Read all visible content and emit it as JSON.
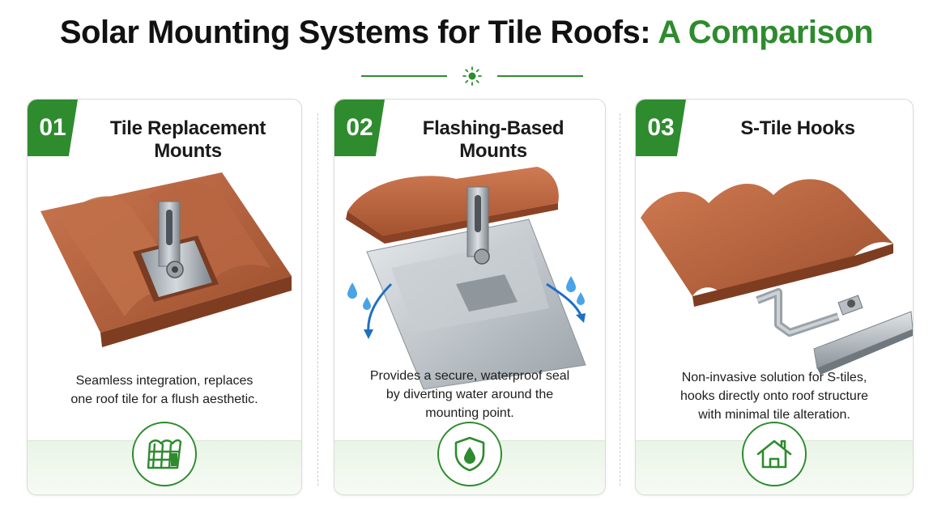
{
  "header": {
    "title_main": "Solar Mounting Systems for Tile Roofs: ",
    "title_accent": "A Comparison"
  },
  "colors": {
    "accent": "#2e8b2e",
    "terracotta": "#b5623c",
    "steel": "#a9b0b6"
  },
  "cards": [
    {
      "number": "01",
      "title": "Tile Replacement Mounts",
      "description": "Seamless integration, replaces\none roof tile for a flush aesthetic.",
      "icon": "tile-grid-icon"
    },
    {
      "number": "02",
      "title": "Flashing-Based Mounts",
      "description": "Provides a secure, waterproof seal\nby diverting water around the\nmounting point.",
      "icon": "shield-drop-icon"
    },
    {
      "number": "03",
      "title": "S-Tile Hooks",
      "description": "Non-invasive solution for S-tiles,\nhooks directly onto roof structure\nwith minimal tile alteration.",
      "icon": "house-icon"
    }
  ]
}
